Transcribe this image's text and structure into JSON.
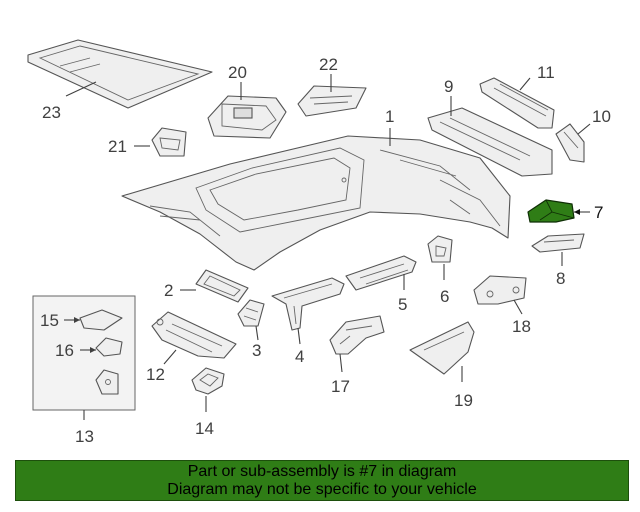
{
  "diagram": {
    "highlight_color": "#2f7d16",
    "callouts": [
      {
        "id": "1",
        "text": "1"
      },
      {
        "id": "2",
        "text": "2"
      },
      {
        "id": "3",
        "text": "3"
      },
      {
        "id": "4",
        "text": "4"
      },
      {
        "id": "5",
        "text": "5"
      },
      {
        "id": "6",
        "text": "6"
      },
      {
        "id": "7",
        "text": "7"
      },
      {
        "id": "8",
        "text": "8"
      },
      {
        "id": "9",
        "text": "9"
      },
      {
        "id": "10",
        "text": "10"
      },
      {
        "id": "11",
        "text": "11"
      },
      {
        "id": "12",
        "text": "12"
      },
      {
        "id": "13",
        "text": "13"
      },
      {
        "id": "14",
        "text": "14"
      },
      {
        "id": "15",
        "text": "15"
      },
      {
        "id": "16",
        "text": "16"
      },
      {
        "id": "17",
        "text": "17"
      },
      {
        "id": "18",
        "text": "18"
      },
      {
        "id": "19",
        "text": "19"
      },
      {
        "id": "20",
        "text": "20"
      },
      {
        "id": "21",
        "text": "21"
      },
      {
        "id": "22",
        "text": "22"
      },
      {
        "id": "23",
        "text": "23"
      }
    ],
    "highlighted_part": "7"
  },
  "banner": {
    "line1": "Part or sub-assembly is #7 in diagram",
    "line2": "Diagram may not be specific to your vehicle",
    "background": "#2f7d16"
  }
}
